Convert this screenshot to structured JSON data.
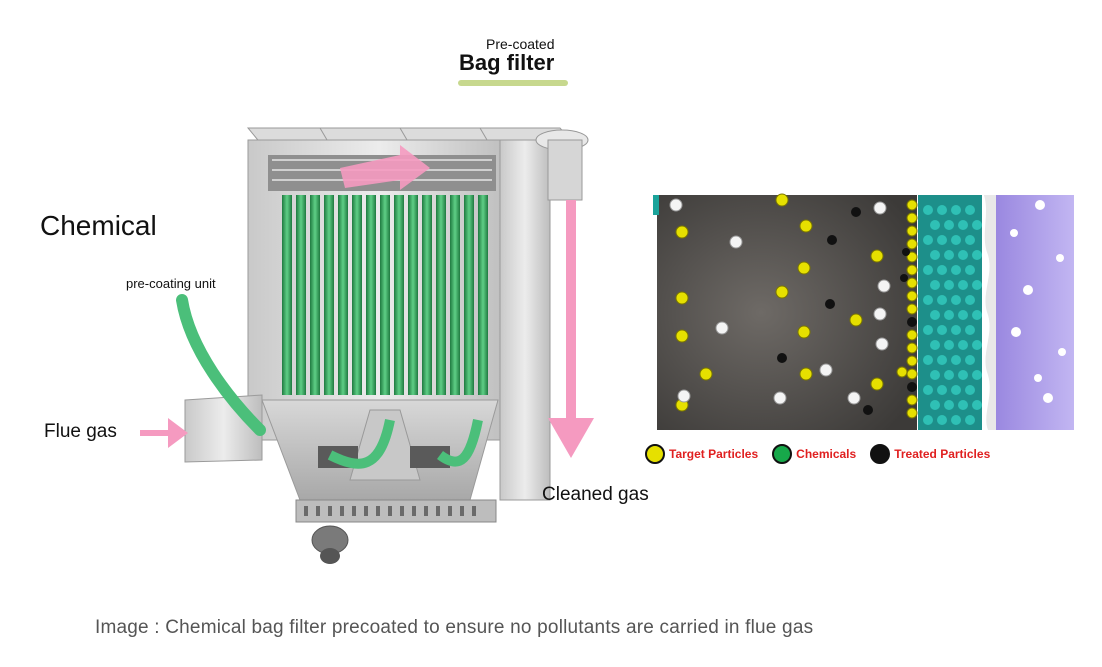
{
  "labels": {
    "pre_coated": "Pre-coated",
    "bag_filter": "Bag filter",
    "chemical": "Chemical",
    "pre_coating_unit": "pre-coating unit",
    "flue_gas": "Flue gas",
    "cleaned_gas": "Cleaned gas"
  },
  "legend": [
    {
      "label": "Target Particles",
      "color": "#e6e000"
    },
    {
      "label": "Chemicals",
      "color": "#17a84a"
    },
    {
      "label": "Treated Particles",
      "color": "#111111"
    }
  ],
  "caption": "Image : Chemical bag filter precoated to ensure no pollutants are carried in flue gas",
  "colors": {
    "accent_bar": "#c7d88e",
    "bag_green": "#3fb26a",
    "gas_pink": "#f59ac0",
    "legend_text": "#e02020"
  }
}
